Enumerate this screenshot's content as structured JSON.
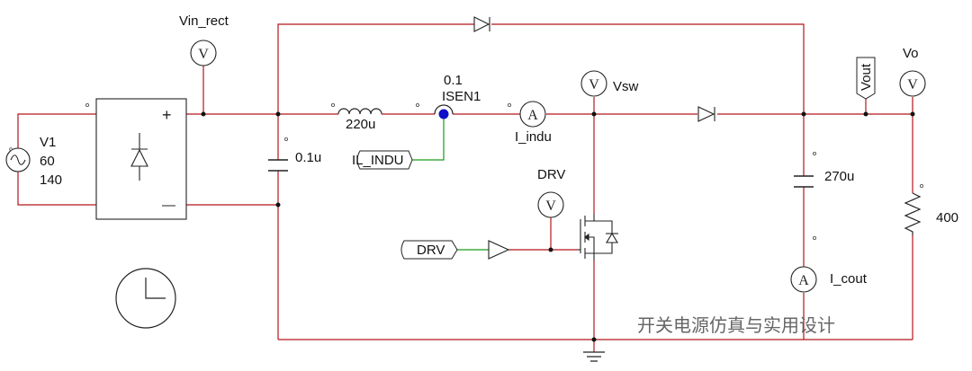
{
  "labels": {
    "vin_rect": "Vin_rect",
    "v1_name": "V1",
    "v1_freq": "60",
    "v1_amp": "140",
    "cap_in": "0.1u",
    "inductor": "220u",
    "isen_gain": "0.1",
    "isen_name": "ISEN1",
    "il_indu_tag": "IL_INDU",
    "i_indu": "I_indu",
    "vsw": "Vsw",
    "drv_probe": "DRV",
    "drv_tag": "DRV",
    "vout_tag": "Vout",
    "vo": "Vo",
    "cap_out": "270u",
    "load": "400",
    "i_cout": "I_cout"
  },
  "meters": {
    "voltmeter_symbol": "V",
    "ammeter_symbol": "A"
  },
  "polarity": {
    "plus": "+",
    "minus": "—"
  },
  "watermark": "开关电源仿真与实用设计",
  "colors": {
    "wire": "#b5161b",
    "sensor_wire": "#1a9a1a",
    "sensor_dot": "#1010c8",
    "component": "#222222"
  }
}
